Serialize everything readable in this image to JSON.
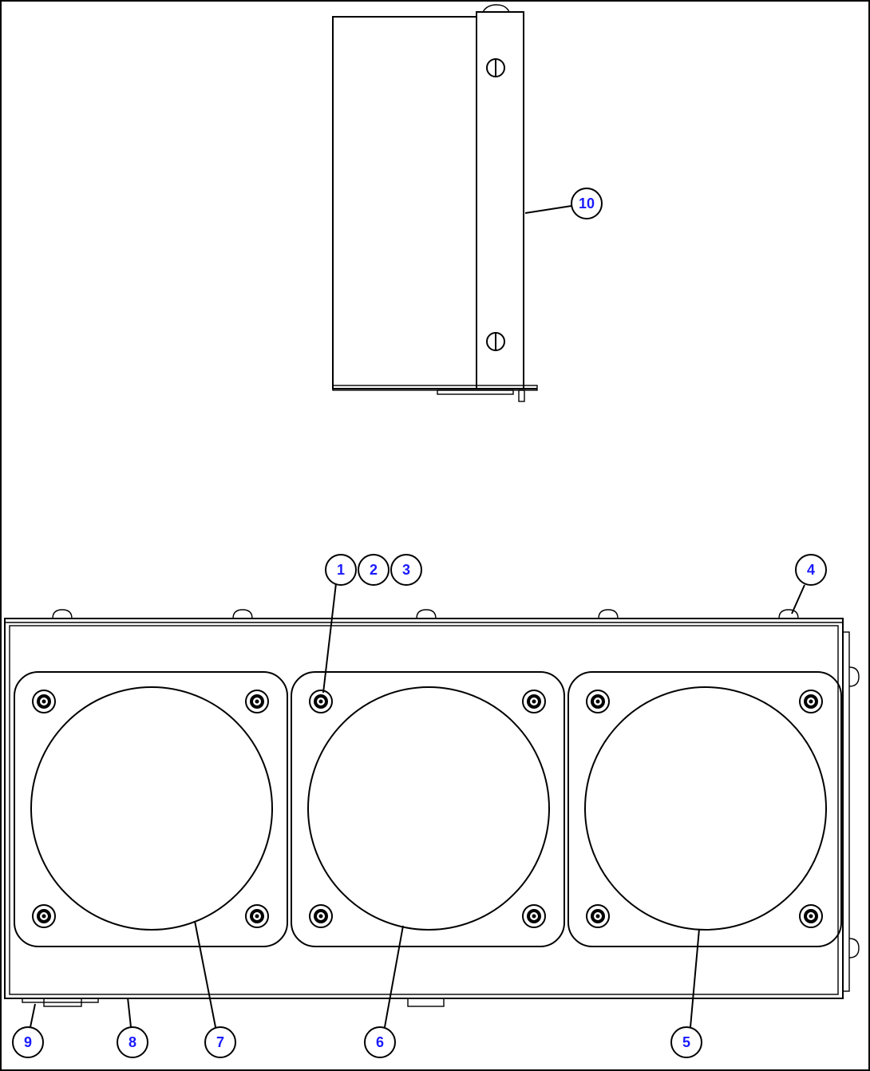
{
  "colors": {
    "line": "#000000",
    "background": "#ffffff",
    "callout_text": "#1a1aff"
  },
  "callouts": {
    "c1": "1",
    "c2": "2",
    "c3": "3",
    "c4": "4",
    "c5": "5",
    "c6": "6",
    "c7": "7",
    "c8": "8",
    "c9": "9",
    "c10": "10"
  }
}
